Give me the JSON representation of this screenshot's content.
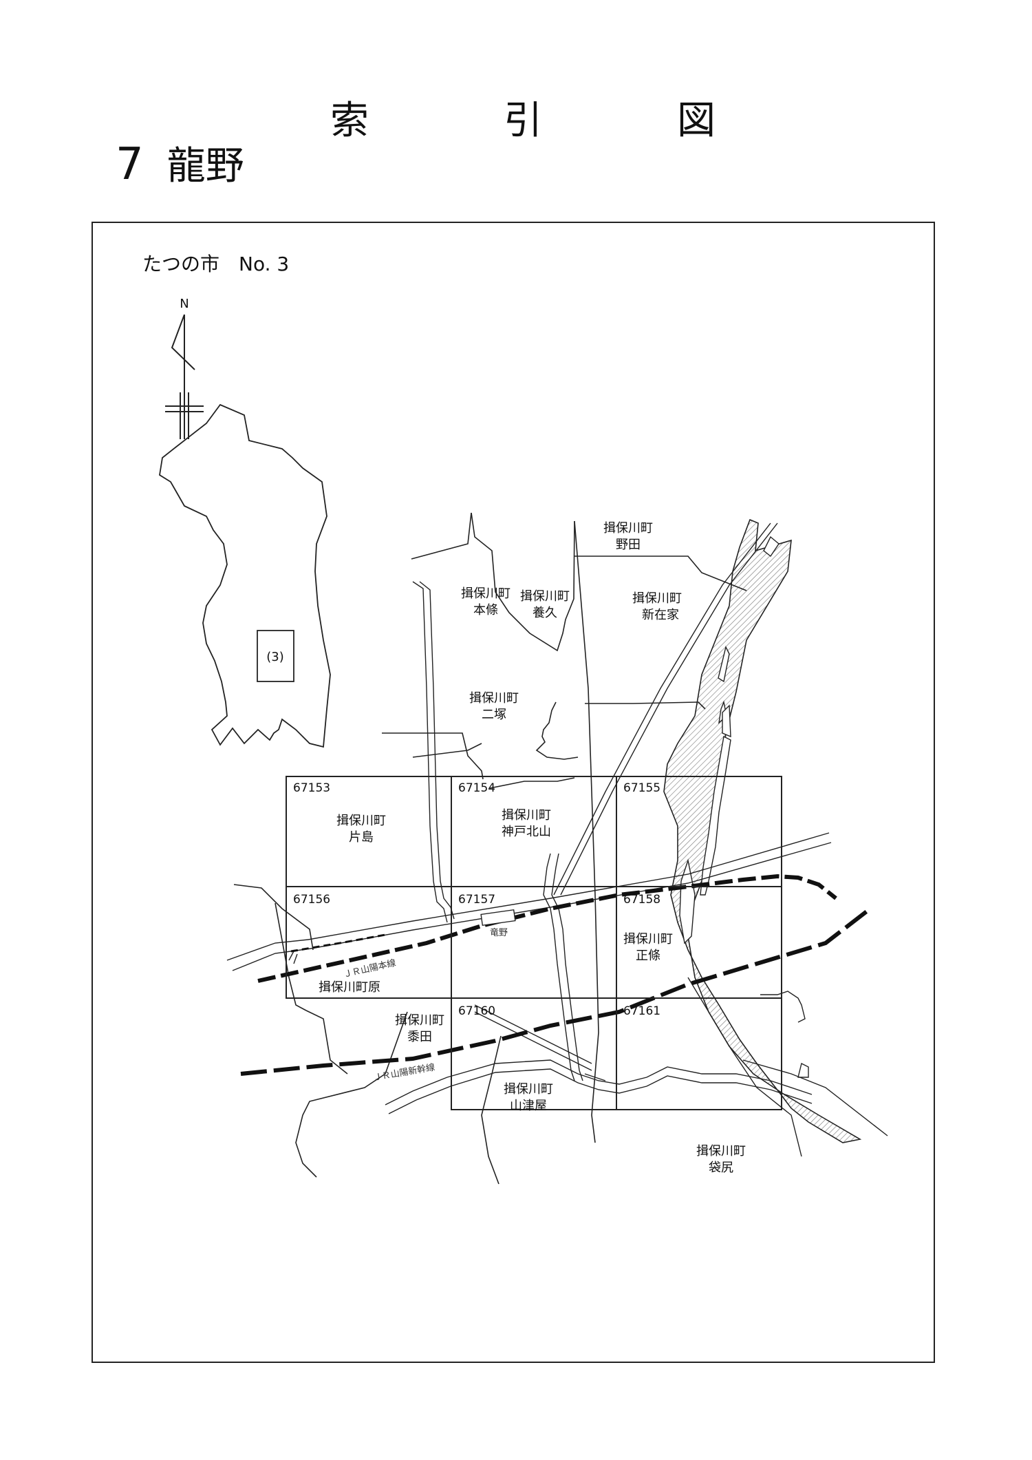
{
  "title_chars": [
    "索",
    "引",
    "図"
  ],
  "heading": {
    "number": "7",
    "name": "龍野"
  },
  "subtitle": {
    "city": "たつの市",
    "no": "No. 3"
  },
  "north": "N",
  "inset_label": "(3)",
  "tiles": [
    "67153",
    "67154",
    "67155",
    "67156",
    "67157",
    "67158",
    "67160",
    "67161"
  ],
  "areas": {
    "noda": [
      "揖保川町",
      "野田"
    ],
    "honjo": [
      "揖保川町",
      "本條"
    ],
    "yoku": [
      "揖保川町",
      "養久"
    ],
    "shinzaike": [
      "揖保川町",
      "新在家"
    ],
    "nizuka": [
      "揖保川町",
      "二塚"
    ],
    "katashima": [
      "揖保川町",
      "片島"
    ],
    "kandokitayama": [
      "揖保川町",
      "神戸北山"
    ],
    "shojo": [
      "揖保川町",
      "正條"
    ],
    "hara": "揖保川町原",
    "kibita": [
      "揖保川町",
      "黍田"
    ],
    "yamatsuya": [
      "揖保川町",
      "山津屋"
    ],
    "fukuroshiri": [
      "揖保川町",
      "袋尻"
    ]
  },
  "station": "竜野",
  "railways": {
    "sanyo_main": "ＪＲ山陽本線",
    "shinkansen": "ＪＲ山陽新幹線"
  },
  "colors": {
    "line": "#222222",
    "river_hatch": "#777777"
  }
}
